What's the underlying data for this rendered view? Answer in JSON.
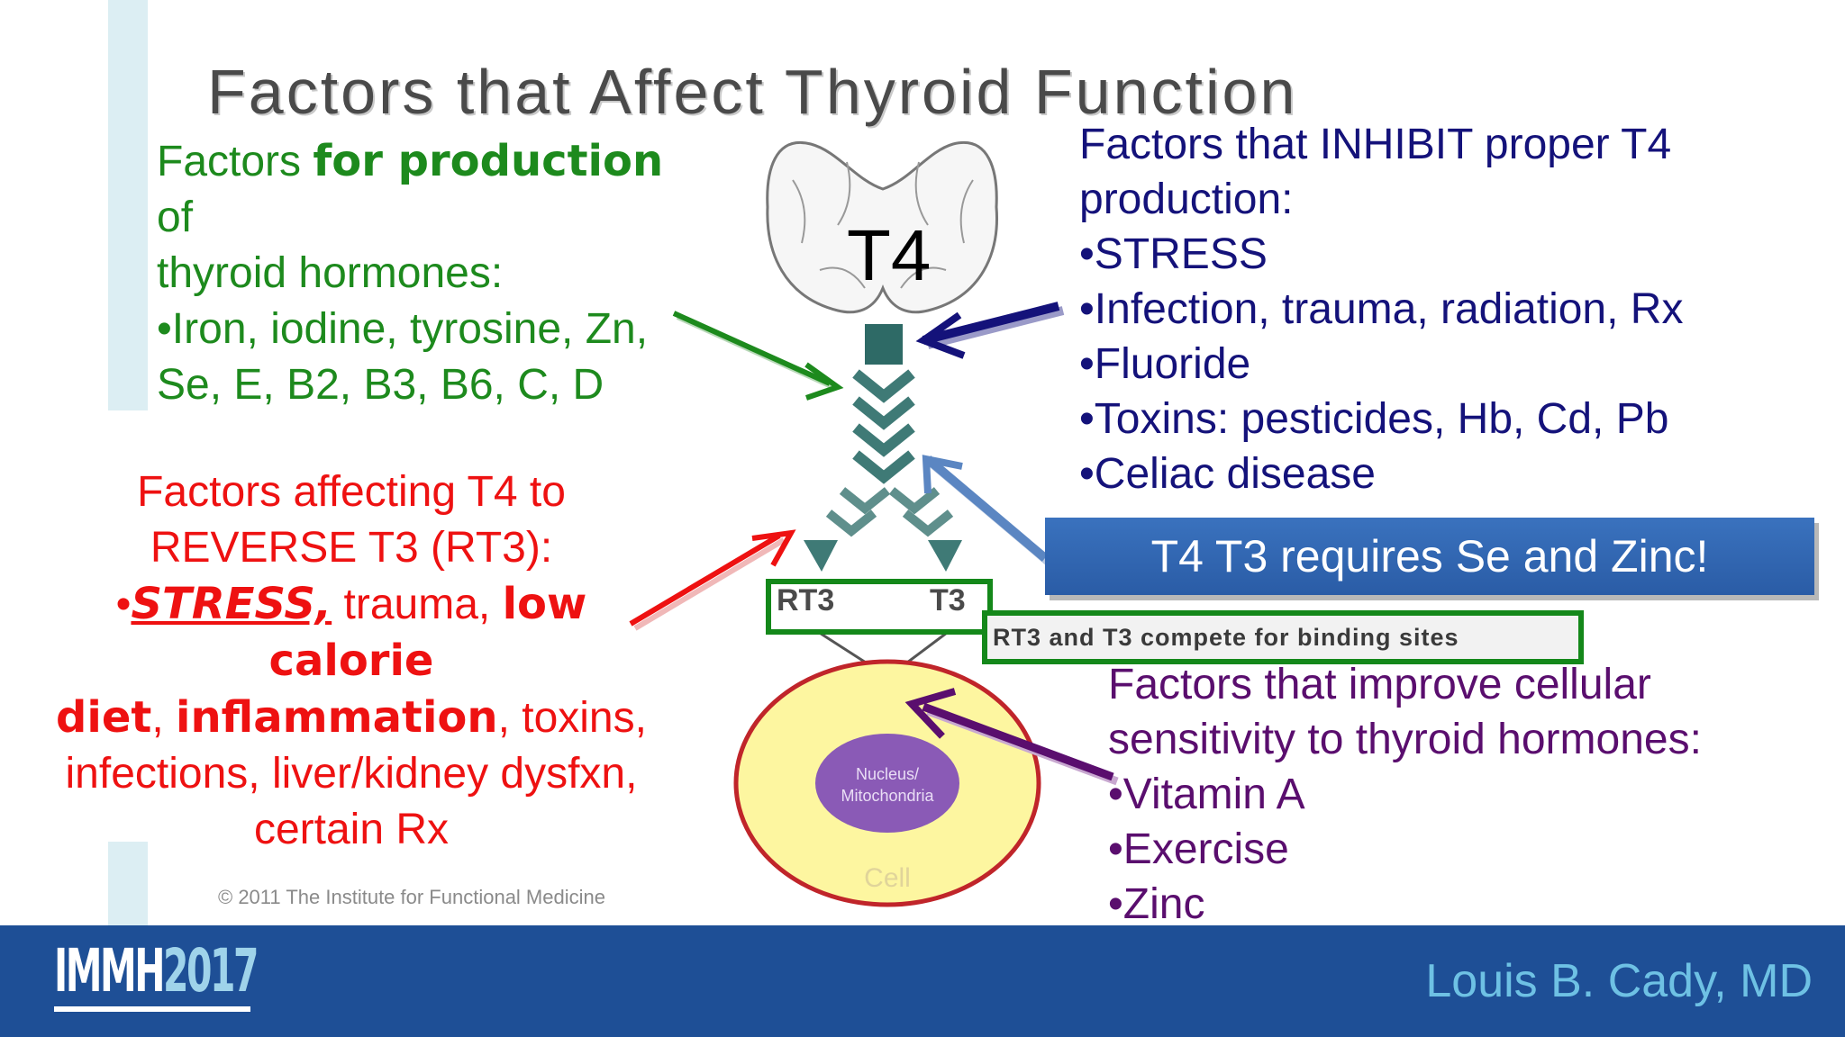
{
  "slide": {
    "title": "Factors that Affect Thyroid Function",
    "t4_label": "T4",
    "production": {
      "line1_pre": "Factors ",
      "line1_bold": "for production",
      "line1_post": " of",
      "line2": "thyroid hormones:",
      "line3": "•Iron, iodine, tyrosine, Zn,",
      "line4": "Se, E, B2, B3, B6, C, D"
    },
    "reverse_t3": {
      "line1": "Factors affecting T4 to",
      "line2": "REVERSE T3 (RT3):",
      "bullet": "•",
      "stress": "STRESS,",
      "trauma": " trauma, ",
      "low_calorie": "low calorie",
      "diet": "diet",
      "comma1": ", ",
      "inflammation": "inflammation",
      "toxins": ", toxins,",
      "line5": "infections, liver/kidney dysfxn,",
      "line6": "certain Rx"
    },
    "inhibit": {
      "heading1": "Factors that INHIBIT proper T4",
      "heading2": "production:",
      "items": [
        "•STRESS",
        "•Infection, trauma, radiation, Rx",
        "•Fluoride",
        "•Toxins: pesticides, Hb, Cd, Pb",
        "•Celiac disease"
      ]
    },
    "banner": "T4   T3 requires Se and Zinc!",
    "rt3": "RT3",
    "t3": "T3",
    "compete": "RT3 and T3 compete for binding sites",
    "sensitivity": {
      "heading1": "Factors that improve cellular",
      "heading2": "sensitivity to thyroid hormones:",
      "items": [
        "•Vitamin A",
        "•Exercise",
        "•Zinc"
      ]
    },
    "nucleus1": "Nucleus/",
    "nucleus2": "Mitochondria",
    "cell": "Cell",
    "copyright": "© 2011 The Institute for Functional Medicine"
  },
  "footer": {
    "logo_main": "IMMH",
    "logo_year": "2017",
    "author": "Louis B. Cady, MD"
  },
  "colors": {
    "production": "#1d8a1d",
    "reverse_t3": "#ee1111",
    "inhibit": "#14127a",
    "sensitivity": "#5a0e6e",
    "banner": "#2f65b0",
    "footer": "#1e4f96",
    "author": "#6ec1e4"
  }
}
